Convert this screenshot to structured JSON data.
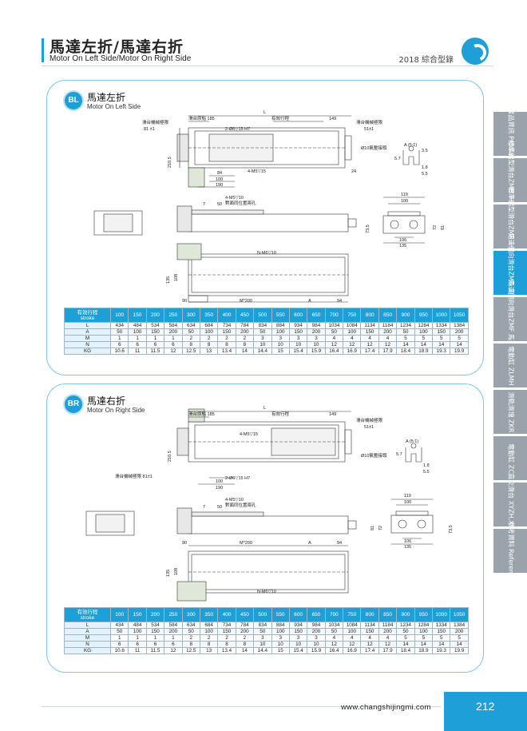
{
  "header": {
    "title": "馬達左折/馬達右折",
    "subtitle": "Motor On Left Side/Motor On Right Side",
    "catalog": "2018 綜合型錄",
    "brand_color": "#1e9fd8"
  },
  "tabs": [
    {
      "label": "產品資訊 Product",
      "active": false
    },
    {
      "label": "標準鋁型滑台ZMH 一般機種",
      "active": false
    },
    {
      "label": "標準鋁型滑台ZMP 一般機種",
      "active": false
    },
    {
      "label": "馬達側向滑台ZMD 馬達機種",
      "active": true
    },
    {
      "label": "馬達側向滑台ZMF 馬達機種",
      "active": false
    },
    {
      "label": "電動缸 ZLMH",
      "active": false
    },
    {
      "label": "滑軌滑塊 ZKR",
      "active": false
    },
    {
      "label": "電動缸 ZC",
      "active": false
    },
    {
      "label": "直交滑台 XYZH,XYZP",
      "active": false
    },
    {
      "label": "參考資料 Reference",
      "active": false
    }
  ],
  "sections": [
    {
      "badge": "BL",
      "title": "馬達左折",
      "subtitle": "Motor On Left Side",
      "dims": {
        "L": "L",
        "slide_origin": "滑台原點 185",
        "stroke": "有效行程",
        "d149": "149",
        "limit_left": "滑台機械極限",
        "d81": "81 ±1",
        "limit_right": "滑台機械極限",
        "d51": "51±1",
        "holes_top": "2-Ø6▽15 H7",
        "d2105": "210.5",
        "d84": "84",
        "d100": "100",
        "d190": "190",
        "m5": "4-M5▽15",
        "pipe": "Ø10氣壓接頭",
        "d24": "24",
        "detailA": "A (5:1)",
        "d35": "3.5",
        "d57": "5.7",
        "d18": "1.8",
        "d55": "5.5",
        "m5b": "4-M5▽10",
        "pin": "對面同位置兩孔",
        "d7": "7",
        "d50": "50",
        "d119": "119",
        "d100b": "100",
        "d735": "73.5",
        "d72": "72",
        "d81b": "81",
        "d106": "106",
        "d135": "135",
        "d108": "108",
        "d135b": "135",
        "n_m6": "N-M6▽10",
        "d90": "90",
        "m200": "M*200",
        "A": "A",
        "d94": "94"
      }
    },
    {
      "badge": "BR",
      "title": "馬達右折",
      "subtitle": "Motor On Right Side",
      "dims": {
        "L": "L",
        "slide_origin": "滑台原點 185",
        "stroke": "有效行程",
        "d149": "149",
        "limit_left": "滑台機械極限 81±1",
        "limit_right": "滑台機械極限",
        "d51": "51±1",
        "holes_top": "2-Ø6▽15 H7",
        "d2105": "210.5",
        "d100": "100",
        "d190": "190",
        "m5": "4-M5▽15",
        "pipe": "Ø10氣壓接頭",
        "detailA": "A (5:1)",
        "d57": "5.7",
        "d18": "1.8",
        "d55": "5.5",
        "m5b": "4-M5▽10",
        "pin": "對面同位置兩孔",
        "d7": "7",
        "d50": "50",
        "d119": "119",
        "d100b": "100",
        "d735": "73.5",
        "d72": "72",
        "d81b": "81",
        "d106": "106",
        "d135": "135",
        "d108": "108",
        "d135b": "135",
        "n_m6": "N-M6▽10",
        "d90": "90",
        "m200": "M*200",
        "A": "A",
        "d94": "94"
      }
    }
  ],
  "table": {
    "head_label": "有效行程",
    "head_sub": "stroke",
    "strokes": [
      "100",
      "150",
      "200",
      "250",
      "300",
      "350",
      "400",
      "450",
      "500",
      "550",
      "600",
      "650",
      "700",
      "750",
      "800",
      "850",
      "900",
      "950",
      "1000",
      "1050"
    ],
    "rows": [
      {
        "label": "L",
        "values": [
          "434",
          "484",
          "534",
          "584",
          "634",
          "684",
          "734",
          "784",
          "834",
          "884",
          "934",
          "984",
          "1034",
          "1084",
          "1134",
          "1184",
          "1234",
          "1284",
          "1334",
          "1384"
        ]
      },
      {
        "label": "A",
        "values": [
          "50",
          "100",
          "150",
          "200",
          "50",
          "100",
          "150",
          "200",
          "50",
          "100",
          "150",
          "200",
          "50",
          "100",
          "150",
          "200",
          "50",
          "100",
          "150",
          "200"
        ]
      },
      {
        "label": "M",
        "values": [
          "1",
          "1",
          "1",
          "1",
          "2",
          "2",
          "2",
          "2",
          "3",
          "3",
          "3",
          "3",
          "4",
          "4",
          "4",
          "4",
          "5",
          "5",
          "5",
          "5"
        ]
      },
      {
        "label": "N",
        "values": [
          "6",
          "6",
          "6",
          "6",
          "8",
          "8",
          "8",
          "8",
          "10",
          "10",
          "10",
          "10",
          "12",
          "12",
          "12",
          "12",
          "14",
          "14",
          "14",
          "14"
        ]
      },
      {
        "label": "KG",
        "values": [
          "10.6",
          "11",
          "11.5",
          "12",
          "12.5",
          "13",
          "13.4",
          "14",
          "14.4",
          "15",
          "15.4",
          "15.9",
          "16.4",
          "16.9",
          "17.4",
          "17.9",
          "18.4",
          "18.9",
          "19.3",
          "19.9"
        ]
      }
    ]
  },
  "footer": {
    "url": "www.changshijingmi.com",
    "page": "212"
  }
}
